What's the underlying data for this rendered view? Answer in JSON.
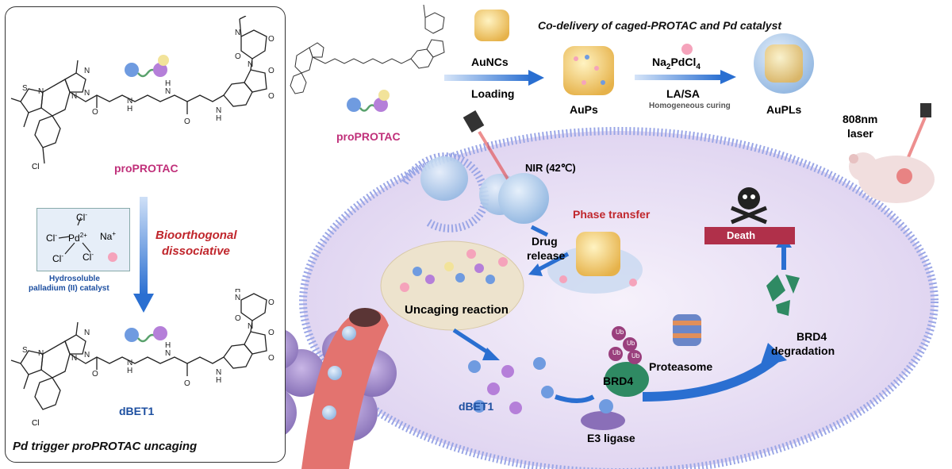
{
  "left_panel": {
    "proprotac_label": "proPROTAC",
    "bioorthogonal_label": "Bioorthogonal",
    "dissociative_label": "dissociative",
    "catalyst_label_line1": "Hydrosoluble",
    "catalyst_label_line2": "palladium (II) catalyst",
    "cl_label": "Cl",
    "pd_label": "Pd",
    "na_label": "Na",
    "dbet1_label": "dBET1",
    "bottom_caption": "Pd trigger proPROTAC uncaging"
  },
  "synthesis": {
    "title": "Co-delivery of caged-PROTAC and Pd catalyst",
    "aunc_label": "AuNCs",
    "loading_label": "Loading",
    "aups_label": "AuPs",
    "na2pdcl4_prefix": "Na",
    "na2pdcl4_sub1": "2",
    "na2pdcl4_mid": "PdCl",
    "na2pdcl4_sub2": "4",
    "lasa_label": "LA/SA",
    "curing_label": "Homogeneous curing",
    "aupls_label": "AuPLs",
    "proprotac_label": "proPROTAC"
  },
  "cell": {
    "laser_label_line1": "808nm",
    "laser_label_line2": "laser",
    "nir_label": "NIR (42℃)",
    "phase_transfer_label": "Phase transfer",
    "drug_release_line1": "Drug",
    "drug_release_line2": "release",
    "death_label": "Death",
    "uncaging_label": "Uncaging reaction",
    "proteasome_label": "Proteasome",
    "brd4_degradation_line1": "BRD4",
    "brd4_degradation_line2": "degradation",
    "brd4_label": "BRD4",
    "ub_label": "Ub",
    "dbet1_label": "dBET1",
    "e3_label": "E3 ligase"
  },
  "colors": {
    "magenta": "#c0307a",
    "red": "#c0262c",
    "blue": "#1d4fa0",
    "arrow_blue": "#2a6fd1",
    "death_bar": "#b0304a",
    "cell_fill": "#ebe2f5",
    "membrane": "#9aa6e6",
    "vessel": "#e3736f"
  }
}
